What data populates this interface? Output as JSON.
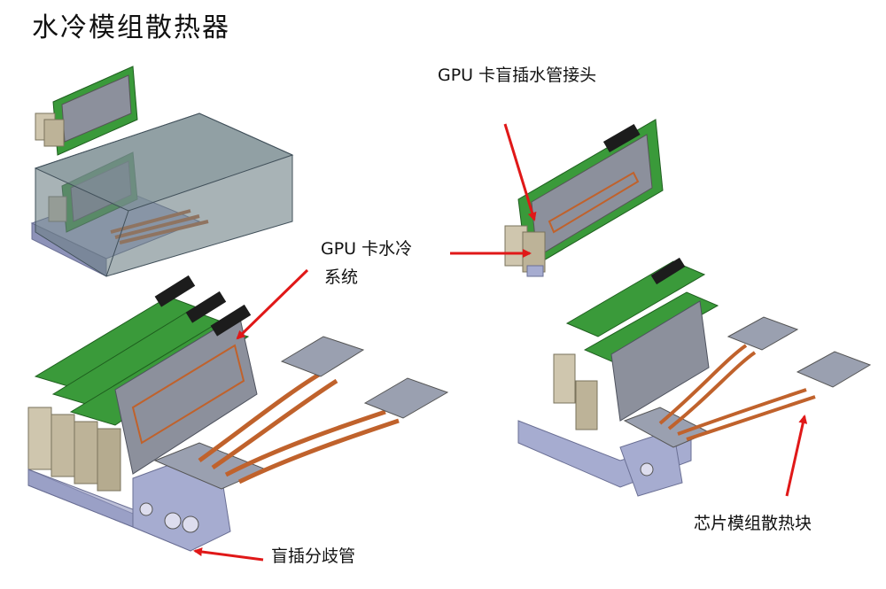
{
  "title": "水冷模组散热器",
  "labels": {
    "gpu_connector": "GPU 卡盲插水管接头",
    "gpu_system_line1": "GPU 卡水冷",
    "gpu_system_line2": "系统",
    "manifold": "盲插分歧管",
    "chip_block": "芯片模组散热块"
  },
  "colors": {
    "arrow": "#e01818",
    "pcb": "#3a9a3a",
    "pipe": "#c0622c",
    "metal": "#9aa0b0",
    "manifold": "#a6acd0",
    "enclosure": "#6e8086"
  }
}
